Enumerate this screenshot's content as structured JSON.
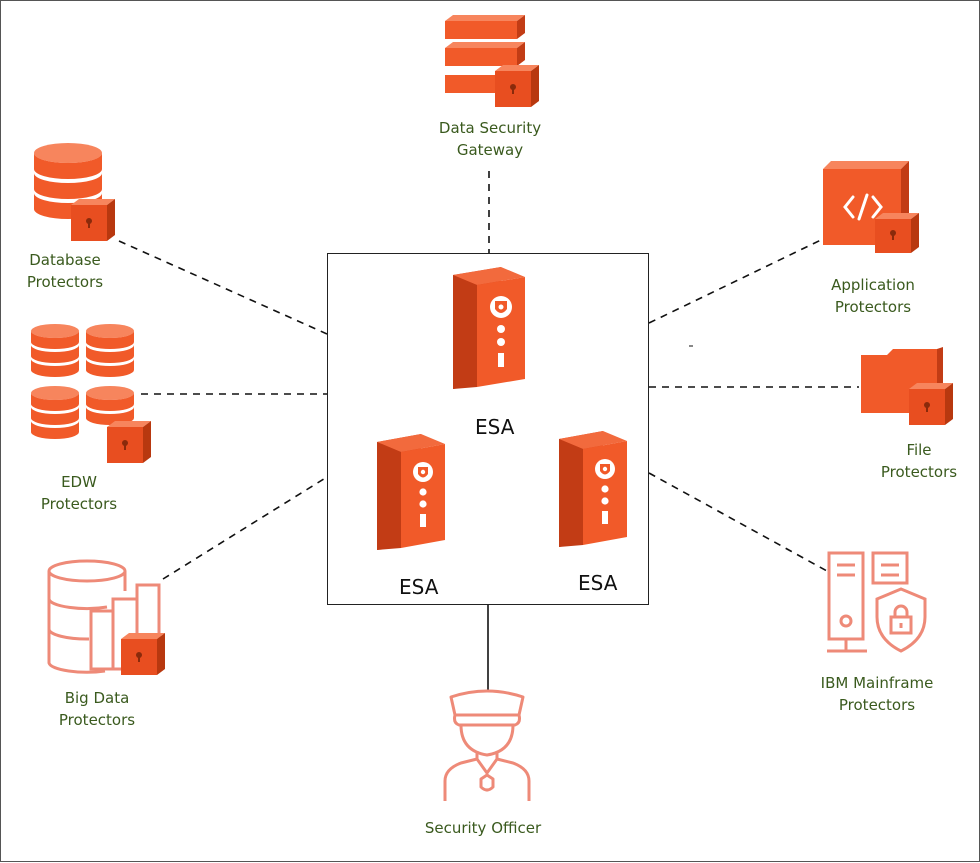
{
  "colors": {
    "accent": "#f15a29",
    "accent_dark": "#c8431b",
    "outline": "#ee8a78",
    "label": "#3a5a1e"
  },
  "center": {
    "esa_top": "ESA",
    "esa_left": "ESA",
    "esa_right": "ESA"
  },
  "nodes": {
    "gateway": {
      "line1": "Data Security",
      "line2": "Gateway",
      "icon": "stacked-bricks-lock-icon"
    },
    "database": {
      "line1": "Database",
      "line2": "Protectors",
      "icon": "database-lock-icon"
    },
    "edw": {
      "line1": "EDW",
      "line2": "Protectors",
      "icon": "multi-database-lock-icon"
    },
    "bigdata": {
      "line1": "Big Data",
      "line2": "Protectors",
      "icon": "bigdata-chart-lock-icon"
    },
    "application": {
      "line1": "Application",
      "line2": "Protectors",
      "icon": "code-window-lock-icon"
    },
    "file": {
      "line1": "File",
      "line2": "Protectors",
      "icon": "folder-lock-icon"
    },
    "mainframe": {
      "line1": "IBM Mainframe",
      "line2": "Protectors",
      "icon": "mainframe-shield-lock-icon"
    },
    "officer": {
      "line1": "Security Officer",
      "icon": "security-officer-icon"
    }
  }
}
